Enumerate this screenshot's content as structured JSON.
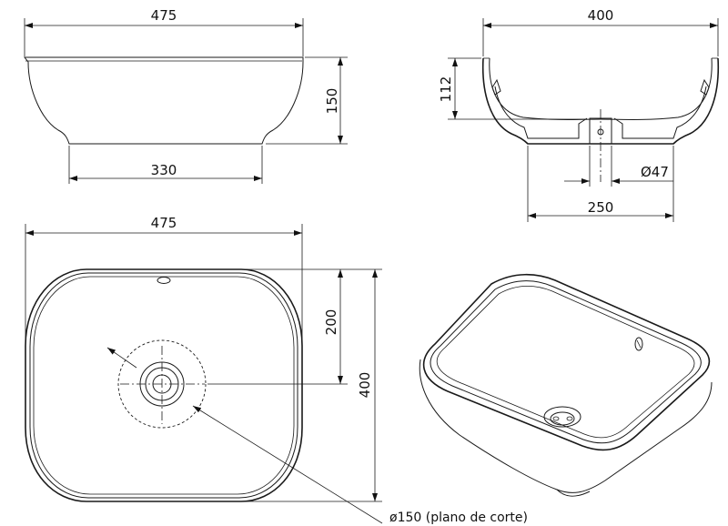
{
  "side_view": {
    "width_top": "475",
    "height": "150",
    "base_width": "330"
  },
  "section_view": {
    "width_top": "400",
    "inner_depth": "112",
    "drain_diameter": "Ø47",
    "base_width": "250"
  },
  "top_view": {
    "width": "475",
    "drain_offset": "200",
    "depth": "400",
    "cut_note": "ø150 (plano de corte)"
  },
  "colors": {
    "line": "#1a1a1a",
    "background": "#ffffff"
  }
}
